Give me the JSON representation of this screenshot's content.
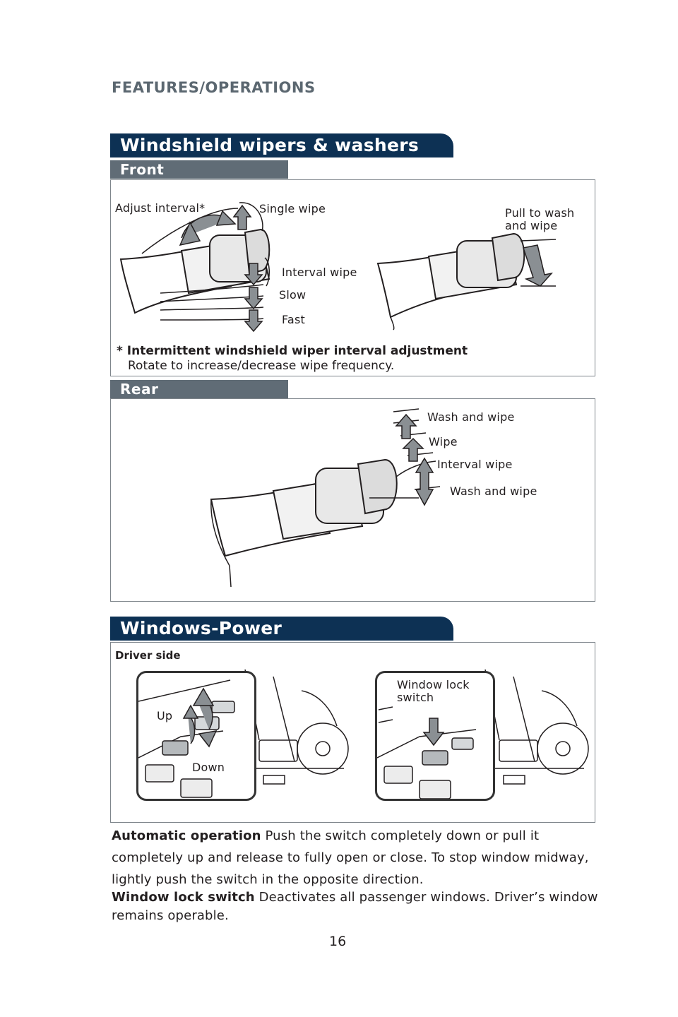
{
  "header": {
    "section": "FEATURES/OPERATIONS"
  },
  "wipers": {
    "title": "Windshield wipers & washers",
    "front": {
      "label": "Front",
      "callouts": {
        "adjust_interval": "Adjust interval*",
        "single_wipe": "Single wipe",
        "interval_wipe": "Interval wipe",
        "slow": "Slow",
        "fast": "Fast",
        "pull_to_wash": "Pull to wash",
        "pull_to_wash_2": "and wipe"
      },
      "note_title": "* Intermittent windshield wiper interval adjustment",
      "note_text": "Rotate to increase/decrease wipe frequency."
    },
    "rear": {
      "label": "Rear",
      "callouts": {
        "wash_and_wipe_top": "Wash and wipe",
        "wipe": "Wipe",
        "interval_wipe": "Interval wipe",
        "wash_and_wipe_bottom": "Wash and wipe"
      }
    }
  },
  "windows": {
    "title": "Windows-Power",
    "driver_side": "Driver side",
    "callouts": {
      "up": "Up",
      "down": "Down",
      "lock_1": "Window lock",
      "lock_2": "switch"
    },
    "auto_title": "Automatic operation",
    "auto_text_1": " Push the switch completely down or pull it",
    "auto_text_2": "completely up and release to fully open or close. To stop window midway,",
    "auto_text_3": "lightly push the switch in the opposite direction.",
    "lock_title": "Window lock switch",
    "lock_text_1": " Deactivates all passenger windows. Driver’s window",
    "lock_text_2": "remains operable."
  },
  "page_number": "16",
  "colors": {
    "banner": "#0d3154",
    "bar": "#606c76",
    "arrow": "#8a8f93"
  }
}
